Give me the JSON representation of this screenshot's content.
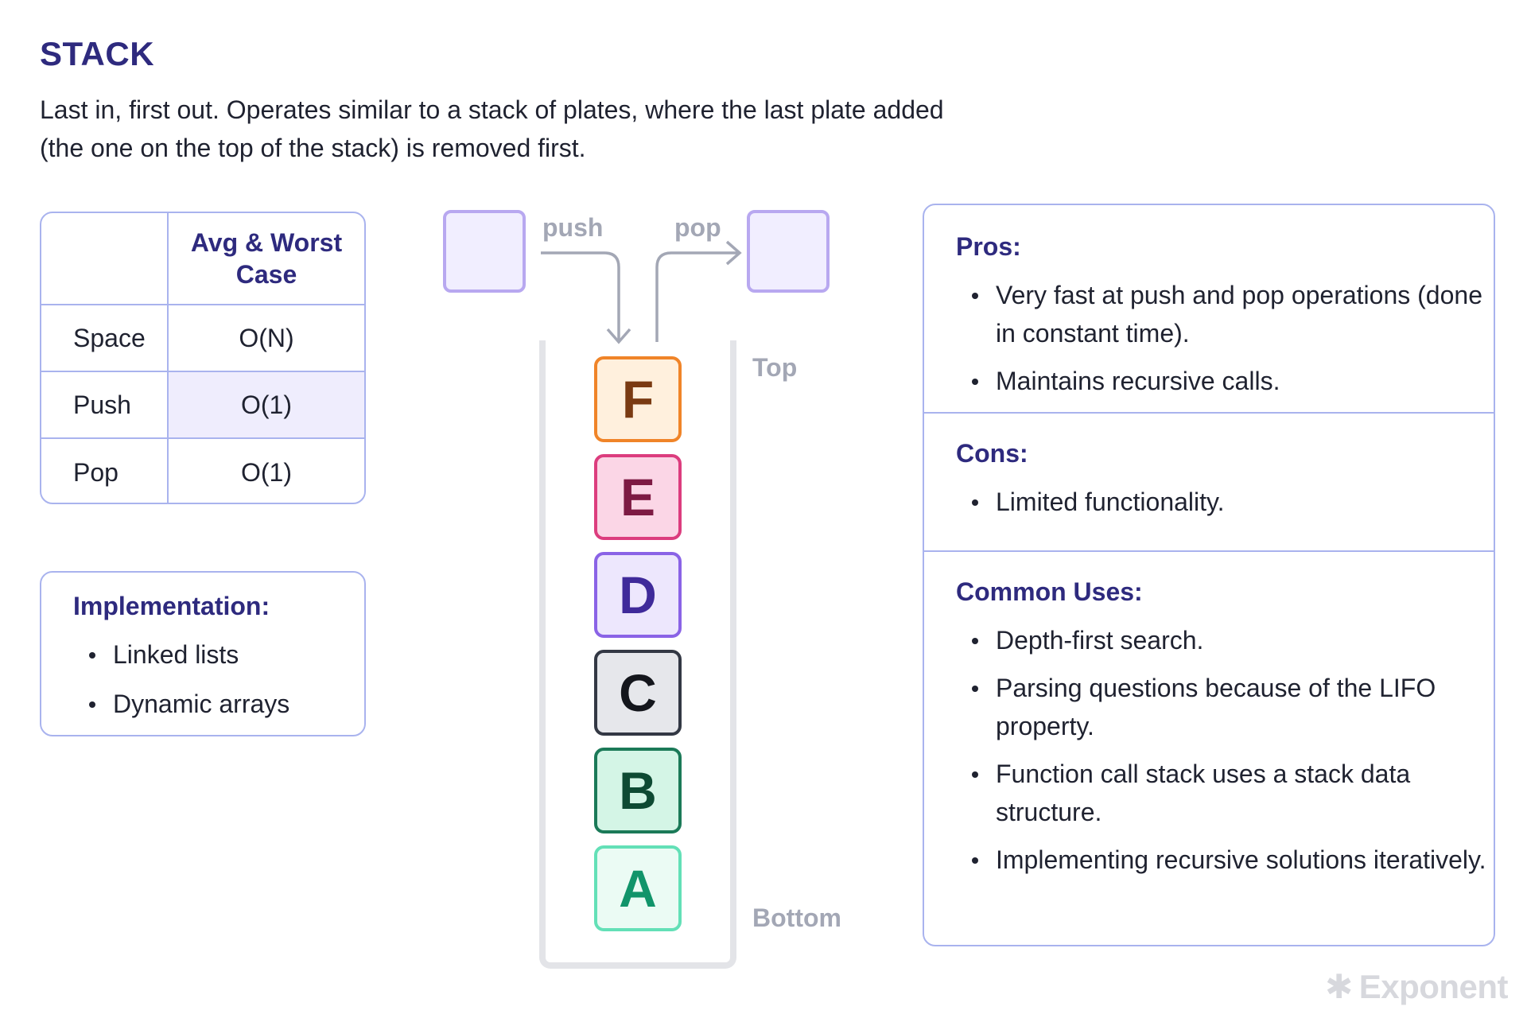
{
  "header": {
    "title": "STACK",
    "subtitle": "Last in, first out. Operates similar to a stack of plates, where the last plate added (the one on the top of the stack) is removed first."
  },
  "complexity_table": {
    "header": [
      "",
      "Avg & Worst Case"
    ],
    "rows": [
      {
        "op": "Space",
        "value": "O(N)",
        "highlight": false
      },
      {
        "op": "Push",
        "value": "O(1)",
        "highlight": true
      },
      {
        "op": "Pop",
        "value": "O(1)",
        "highlight": false
      }
    ]
  },
  "implementation": {
    "title": "Implementation:",
    "items": [
      "Linked lists",
      "Dynamic arrays"
    ]
  },
  "diagram": {
    "push_label": "push",
    "pop_label": "pop",
    "top_label": "Top",
    "bottom_label": "Bottom",
    "items": [
      {
        "letter": "F",
        "border": "#f08428",
        "fill": "#fff0dd",
        "text": "#7a3a12"
      },
      {
        "letter": "E",
        "border": "#dc3d7e",
        "fill": "#fbd6e6",
        "text": "#7d1a43"
      },
      {
        "letter": "D",
        "border": "#8a63e6",
        "fill": "#ede7fd",
        "text": "#3f2a9a"
      },
      {
        "letter": "C",
        "border": "#333844",
        "fill": "#e6e7eb",
        "text": "#14161c"
      },
      {
        "letter": "B",
        "border": "#1b7a58",
        "fill": "#d4f5e6",
        "text": "#0e4a33"
      },
      {
        "letter": "A",
        "border": "#63e0b7",
        "fill": "#ebfbf4",
        "text": "#11946a"
      }
    ]
  },
  "pros": {
    "title": "Pros:",
    "items": [
      "Very fast at push and pop operations (done in constant time).",
      "Maintains recursive calls."
    ]
  },
  "cons": {
    "title": "Cons:",
    "items": [
      "Limited functionality."
    ]
  },
  "uses": {
    "title": "Common Uses:",
    "items": [
      "Depth-first search.",
      "Parsing questions because of the LIFO property.",
      "Function call stack uses a stack data structure.",
      "Implementing recursive solutions iteratively."
    ]
  },
  "brand": {
    "logo_text": "Exponent",
    "icon": "asterisk-icon"
  },
  "colors": {
    "accent": "#2e2a7e",
    "border": "#a9b3ee",
    "highlight": "#efedfd"
  }
}
